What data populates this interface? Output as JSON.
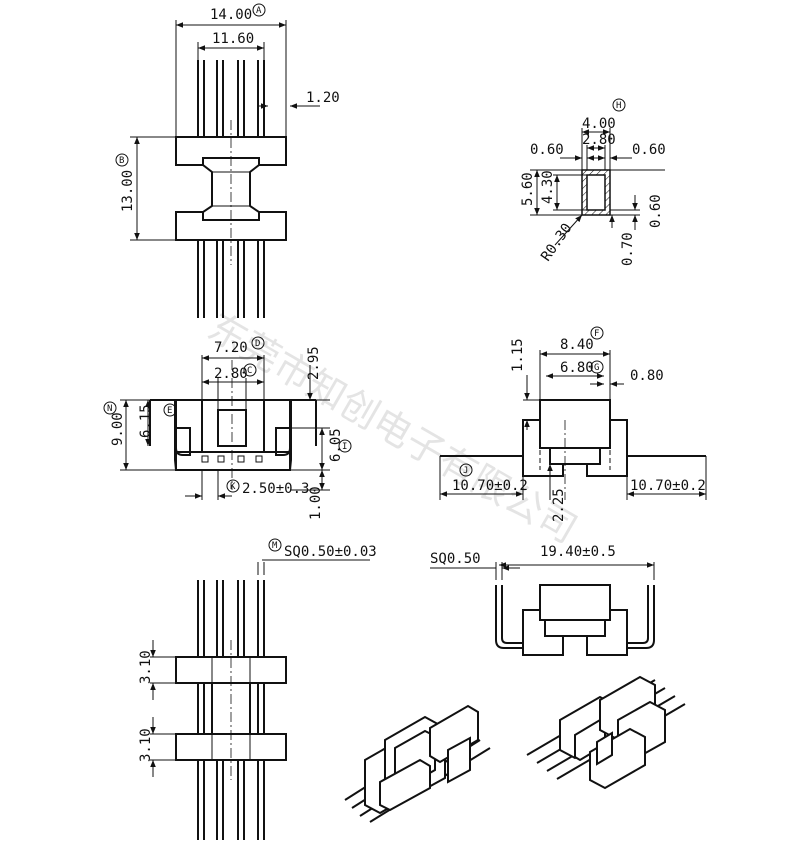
{
  "watermark": "东莞市知创电子有限公司",
  "top_view": {
    "dims": {
      "overall_width": "14.00",
      "inner_width": "11.60",
      "pin_offset": "1.20",
      "height": "13.00"
    },
    "labels": {
      "a": "A",
      "b": "B"
    }
  },
  "section_view": {
    "dims": {
      "outer_width": "4.00",
      "inner_width": "2.80",
      "wall_left": "0.60",
      "wall_right": "0.60",
      "height_outer": "5.60",
      "height_inner": "4.30",
      "wall_bottom": "0.60",
      "step": "0.70",
      "radius": "R0.30"
    },
    "labels": {
      "h": "H"
    }
  },
  "front_view": {
    "dims": {
      "flange_width": "7.20",
      "slot_width": "2.80",
      "top_gap": "2.95",
      "inner_height": "6.15",
      "overall_height": "9.00",
      "lower_height": "6.05",
      "pin_pitch": "2.50±0.3",
      "standoff": "1.00"
    },
    "labels": {
      "d": "D",
      "c": "C",
      "n": "N",
      "e": "E",
      "i": "I",
      "k": "K"
    }
  },
  "side_view": {
    "dims": {
      "outer_length": "8.40",
      "inner_length": "6.80",
      "rim": "0.80",
      "top_gap": "1.15",
      "pin_left": "10.70±0.2",
      "pin_right": "10.70±0.2",
      "mid_height": "2.25"
    },
    "labels": {
      "f": "F",
      "g": "G",
      "j": "J"
    }
  },
  "bottom_view": {
    "dims": {
      "pin_square": "SQ0.50±0.03",
      "flange_top": "3.10",
      "flange_bottom": "3.10"
    },
    "labels": {
      "m": "M"
    }
  },
  "pin_view": {
    "dims": {
      "pin_square": "SQ0.50",
      "span": "19.40±0.5"
    }
  }
}
